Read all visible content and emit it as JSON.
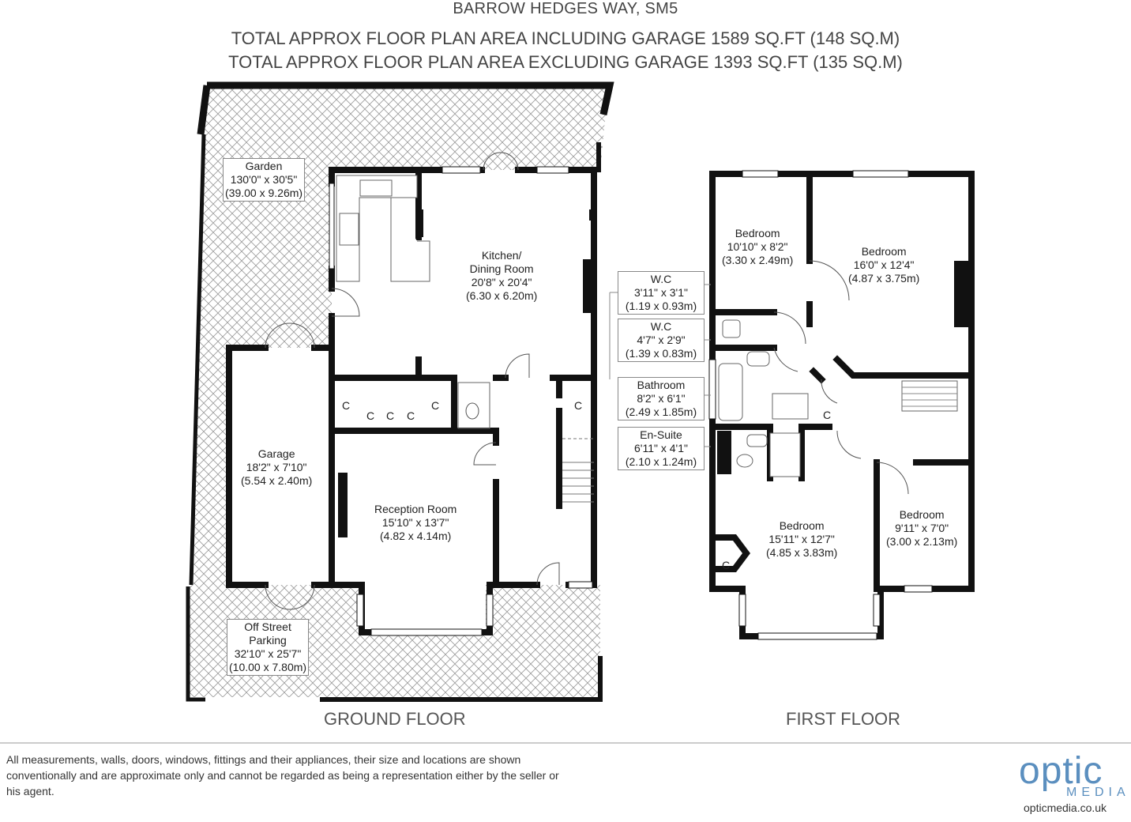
{
  "header": {
    "address": "BARROW HEDGES WAY, SM5",
    "area_including_garage": "TOTAL APPROX FLOOR PLAN AREA INCLUDING GARAGE 1589 SQ.FT (148 SQ.M)",
    "area_excluding_garage": "TOTAL APPROX FLOOR PLAN AREA EXCLUDING GARAGE 1393 SQ.FT (135 SQ.M)"
  },
  "ground_floor": {
    "title": "GROUND FLOOR",
    "rooms": {
      "garden": {
        "name": "Garden",
        "imperial": "130'0\" x 30'5\"",
        "metric": "(39.00 x 9.26m)"
      },
      "kitchen": {
        "name": "Kitchen/",
        "name2": "Dining Room",
        "imperial": "20'8\" x 20'4\"",
        "metric": "(6.30 x 6.20m)"
      },
      "garage": {
        "name": "Garage",
        "imperial": "18'2\" x 7'10\"",
        "metric": "(5.54 x 2.40m)"
      },
      "reception": {
        "name": "Reception Room",
        "imperial": "15'10\" x 13'7\"",
        "metric": "(4.82 x 4.14m)"
      },
      "parking": {
        "name": "Off Street",
        "name2": "Parking",
        "imperial": "32'10\" x 25'7\"",
        "metric": "(10.00 x 7.80m)"
      }
    },
    "cupboard_label": "C"
  },
  "first_floor": {
    "title": "FIRST FLOOR",
    "rooms": {
      "bedroom1": {
        "name": "Bedroom",
        "imperial": "10'10\" x 8'2\"",
        "metric": "(3.30 x 2.49m)"
      },
      "bedroom2": {
        "name": "Bedroom",
        "imperial": "16'0\" x 12'4\"",
        "metric": "(4.87 x 3.75m)"
      },
      "wc1": {
        "name": "W.C",
        "imperial": "3'11\" x 3'1\"",
        "metric": "(1.19 x 0.93m)"
      },
      "wc2": {
        "name": "W.C",
        "imperial": "4'7\" x 2'9\"",
        "metric": "(1.39 x 0.83m)"
      },
      "bathroom": {
        "name": "Bathroom",
        "imperial": "8'2\" x 6'1\"",
        "metric": "(2.49 x 1.85m)"
      },
      "ensuite": {
        "name": "En-Suite",
        "imperial": "6'11\" x 4'1\"",
        "metric": "(2.10 x 1.24m)"
      },
      "bedroom3": {
        "name": "Bedroom",
        "imperial": "15'11\" x 12'7\"",
        "metric": "(4.85 x 3.83m)"
      },
      "bedroom4": {
        "name": "Bedroom",
        "imperial": "9'11\" x 7'0\"",
        "metric": "(3.00 x 2.13m)"
      }
    },
    "cupboard_label": "C"
  },
  "disclaimer": "All measurements, walls, doors, windows, fittings and their appliances, their size and locations are shown conventionally and are approximate only and cannot be regarded as being a representation either by the seller or his agent.",
  "logo": {
    "word": "optic",
    "sub": "MEDIA",
    "url": "opticmedia.co.uk"
  },
  "colors": {
    "wall": "#111111",
    "hatch": "#999999",
    "brand": "#5b8fbf"
  }
}
